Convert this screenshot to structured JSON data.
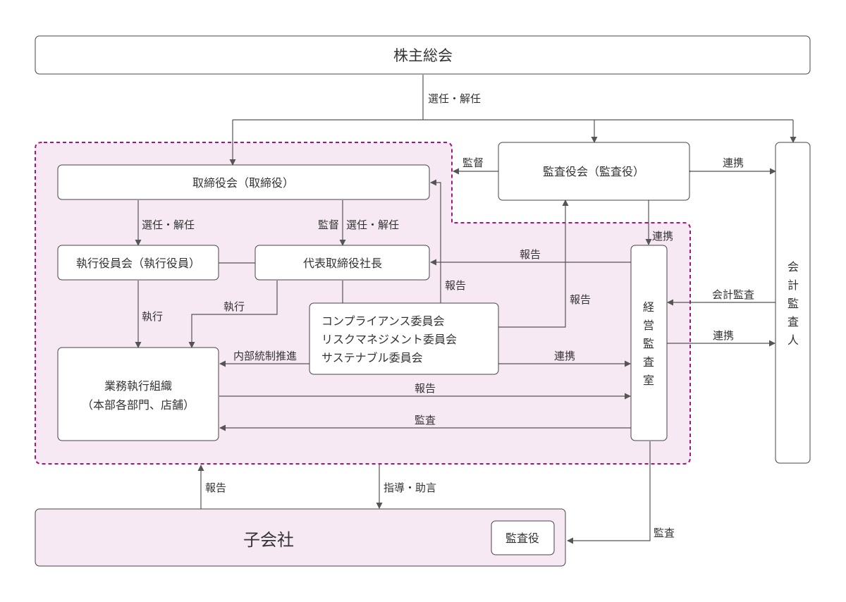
{
  "colors": {
    "line": "#555555",
    "box_border": "#444444",
    "dashed_border": "#a3157f",
    "shaded_fill": "#f7e9f3",
    "box_fill": "#ffffff"
  },
  "nodes": {
    "shareholders": "株主総会",
    "board": "取締役会（取締役）",
    "audit_board": "監査役会（監査役）",
    "executive_committee": "執行役員会（執行役員）",
    "president": "代表取締役社長",
    "committees": [
      "コンプライアンス委員会",
      "リスクマネジメント委員会",
      "サステナブル委員会"
    ],
    "business_org": [
      "業務執行組織",
      "（本部各部門、店舗）"
    ],
    "internal_audit": [
      "経",
      "営",
      "監",
      "査",
      "室"
    ],
    "accounting_auditor": [
      "会",
      "計",
      "監",
      "査",
      "人"
    ],
    "subsidiary": "子会社",
    "subsidiary_auditor": "監査役"
  },
  "edge_labels": {
    "elect_dismiss_top": "選任・解任",
    "audit_board_to_board": "監督",
    "audit_board_auditor_link": "連携",
    "board_elect_executive": "選任・解任",
    "board_supervise": "監督",
    "board_elect_president": "選任・解任",
    "internal_audit_link_up": "連携",
    "report_to_president": "報告",
    "committee_report_board": "報告",
    "committee_report_audit_board": "報告",
    "accounting_audit": "会計監査",
    "execute_left": "執行",
    "execute_center": "執行",
    "auditor_internal_link": "連携",
    "internal_control": "内部統制推進",
    "committee_internal_link": "連携",
    "org_report": "報告",
    "internal_audit_org": "監査",
    "subsidiary_report": "報告",
    "guidance": "指導・助言",
    "subsidiary_audit": "監査"
  }
}
